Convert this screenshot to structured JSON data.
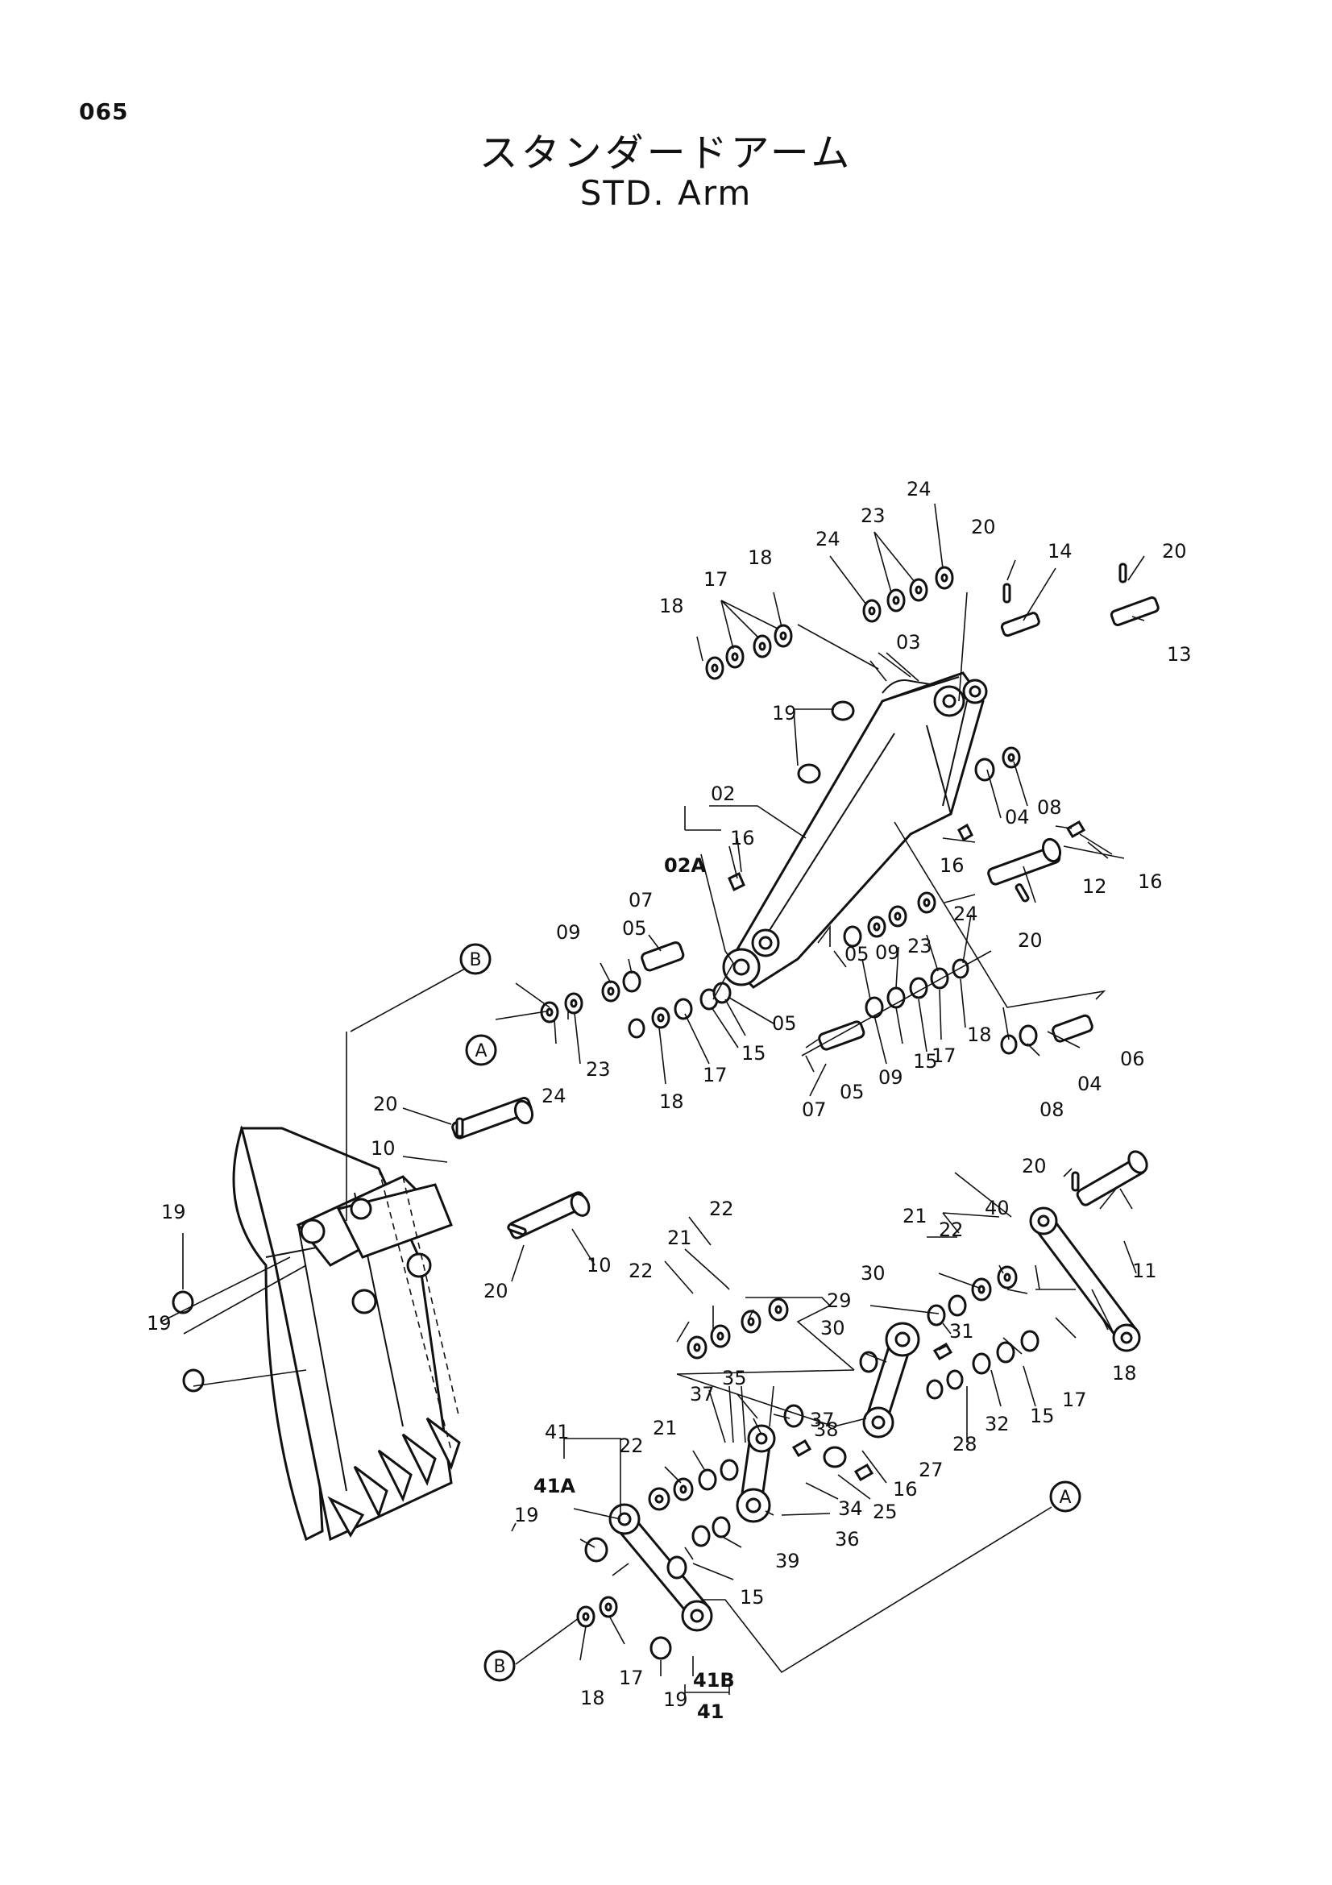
{
  "page": {
    "number": "065"
  },
  "title": {
    "japanese": "スタンダードアーム",
    "english": "STD. Arm"
  },
  "callout_refs": [
    "A",
    "B"
  ],
  "part_labels": [
    "24",
    "23",
    "24",
    "20",
    "14",
    "20",
    "13",
    "18",
    "17",
    "18",
    "03",
    "19",
    "02",
    "16",
    "02A",
    "16",
    "12",
    "16",
    "04",
    "08",
    "07",
    "05",
    "09",
    "05",
    "09",
    "05",
    "23",
    "24",
    "20",
    "24",
    "23",
    "18",
    "17",
    "15",
    "07",
    "05",
    "09",
    "15",
    "17",
    "18",
    "06",
    "04",
    "08",
    "20",
    "10",
    "10",
    "20",
    "19",
    "19",
    "22",
    "21",
    "22",
    "22",
    "21",
    "40",
    "30",
    "29",
    "30",
    "31",
    "35",
    "37",
    "37",
    "38",
    "21",
    "22",
    "41",
    "41A",
    "19",
    "34",
    "25",
    "16",
    "27",
    "28",
    "32",
    "15",
    "17",
    "18",
    "36",
    "39",
    "15",
    "18",
    "17",
    "19",
    "41B",
    "41",
    "11",
    "20"
  ]
}
